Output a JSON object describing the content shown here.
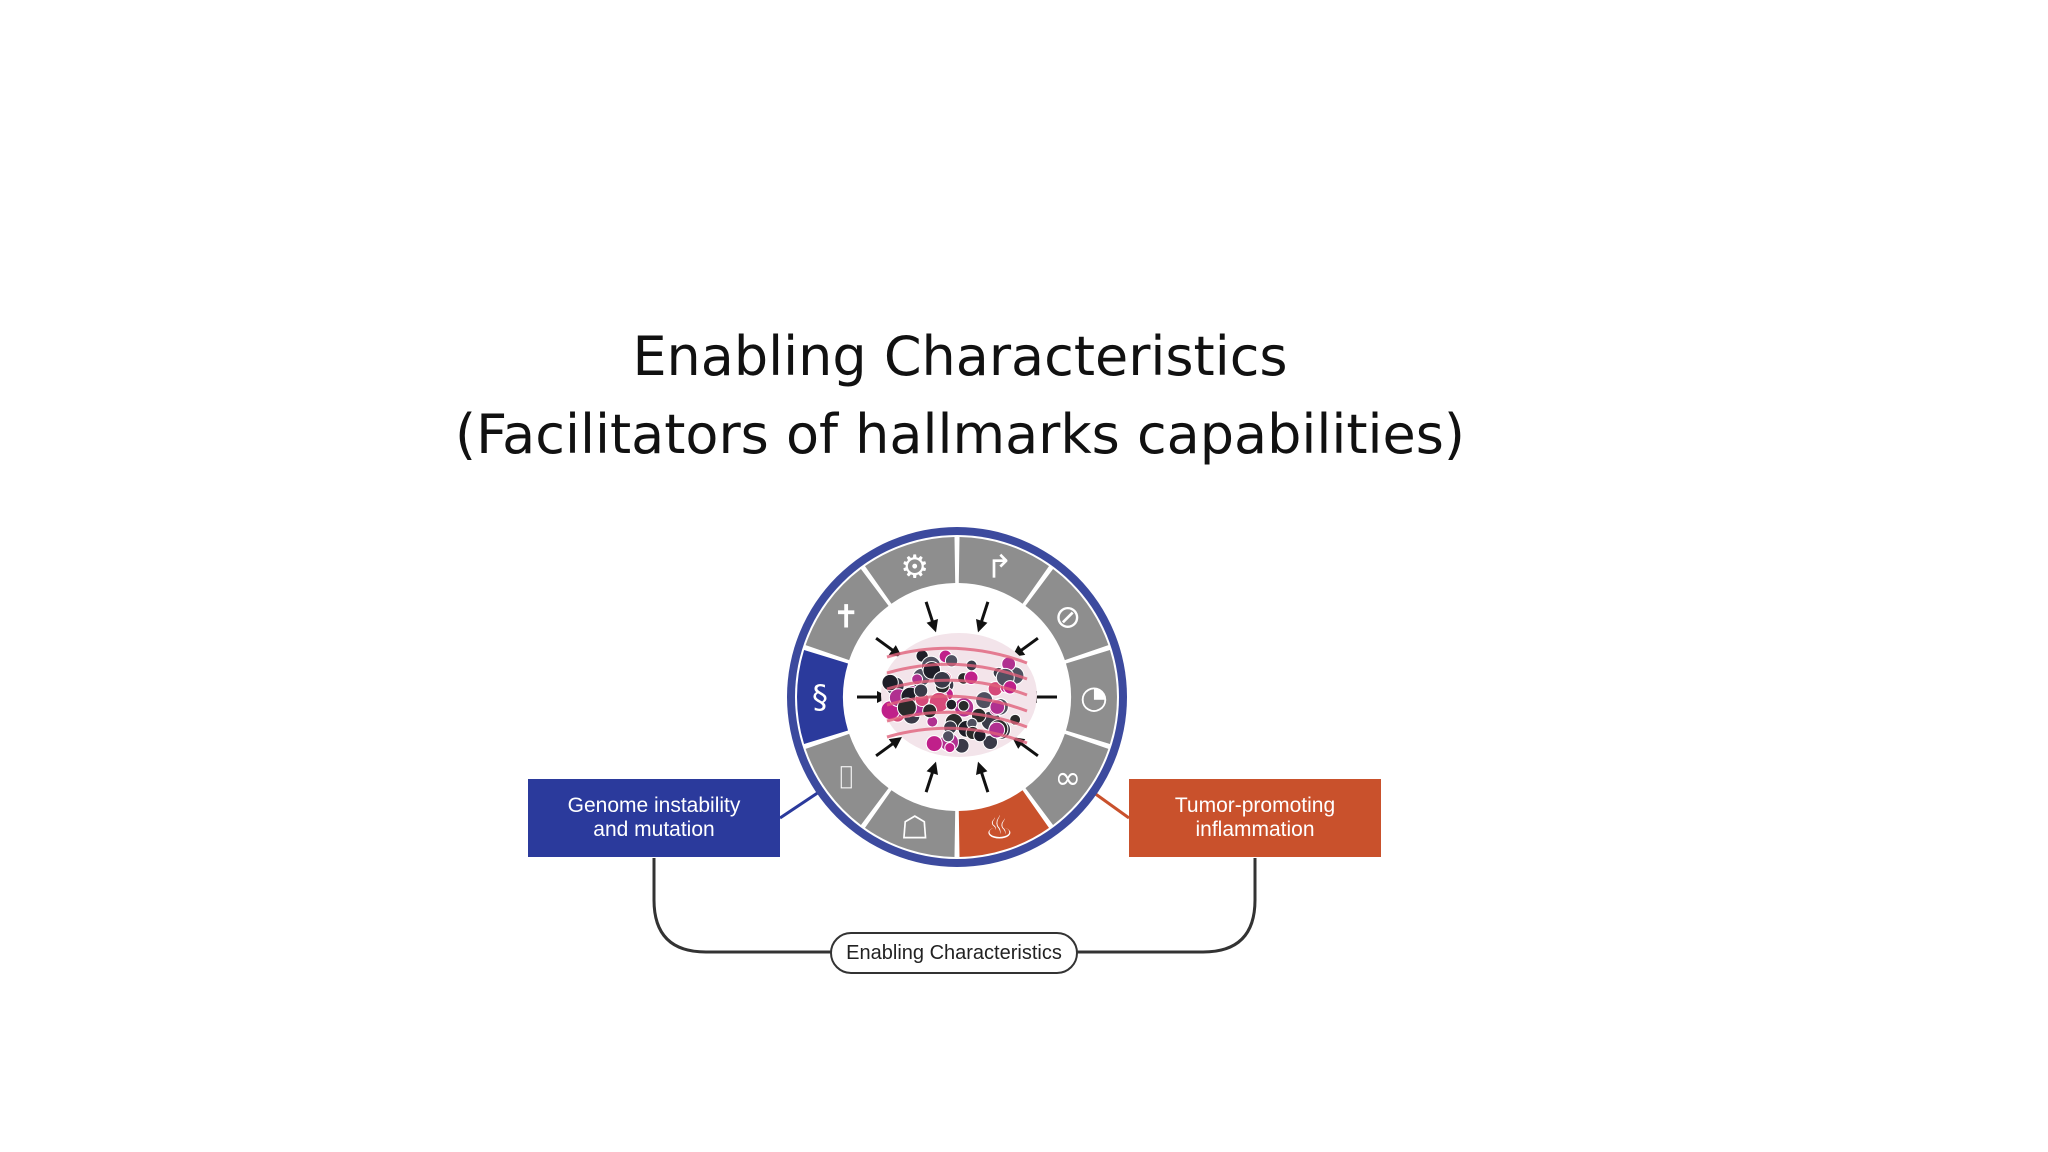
{
  "title": {
    "line1": "Enabling Characteristics",
    "line2": "(Facilitators of hallmarks capabilities)"
  },
  "left_box": {
    "line1": "Genome instability",
    "line2": "and mutation",
    "color": "#2b3a9c"
  },
  "right_box": {
    "line1": "Tumor-promoting",
    "line2": "inflammation",
    "color": "#c9512c"
  },
  "bottom_label": "Enabling Characteristics",
  "ring": {
    "outer_color": "#3c4a9e",
    "segment_color": "#8e8e8e",
    "segments": [
      {
        "icon": "arrow-turn-icon",
        "highlight": false
      },
      {
        "icon": "no-entry-icon",
        "highlight": false
      },
      {
        "icon": "pacman-icon",
        "highlight": false
      },
      {
        "icon": "infinity-icon",
        "highlight": false
      },
      {
        "icon": "fire-icon",
        "highlight": true,
        "color": "#c9512c"
      },
      {
        "icon": "ghost-icon",
        "highlight": false
      },
      {
        "icon": "cylinder-icon",
        "highlight": false
      },
      {
        "icon": "dna-icon",
        "highlight": true,
        "color": "#2b3a9c"
      },
      {
        "icon": "cross-icon",
        "highlight": false
      },
      {
        "icon": "atom-icon",
        "highlight": false
      }
    ]
  }
}
